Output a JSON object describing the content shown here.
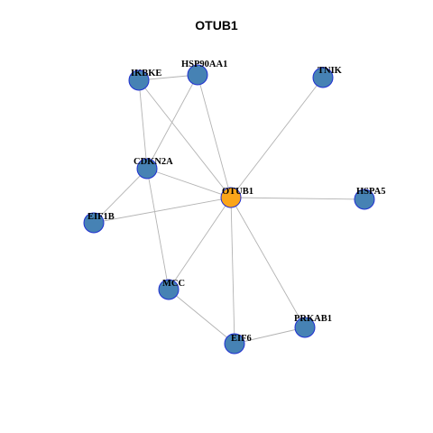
{
  "title": "OTUB1",
  "colors": {
    "center_node": "#fba51a",
    "node": "#4682b4",
    "node_border": "#1f2fd1",
    "edge": "#b3b3b3"
  },
  "graph": {
    "center": "OTUB1",
    "nodes": [
      {
        "id": "OTUB1",
        "label": "OTUB1"
      },
      {
        "id": "IKBKE",
        "label": "IKBKE"
      },
      {
        "id": "HSP90AA1",
        "label": "HSP90AA1"
      },
      {
        "id": "TNIK",
        "label": "TNIK"
      },
      {
        "id": "CDKN2A",
        "label": "CDKN2A"
      },
      {
        "id": "HSPA5",
        "label": "HSPA5"
      },
      {
        "id": "EIF1B",
        "label": "EIF1B"
      },
      {
        "id": "MCC",
        "label": "MCC"
      },
      {
        "id": "PRKAB1",
        "label": "PRKAB1"
      },
      {
        "id": "EIF6",
        "label": "EIF6"
      }
    ],
    "edges": [
      [
        "IKBKE",
        "HSP90AA1"
      ],
      [
        "IKBKE",
        "CDKN2A"
      ],
      [
        "IKBKE",
        "OTUB1"
      ],
      [
        "HSP90AA1",
        "CDKN2A"
      ],
      [
        "HSP90AA1",
        "OTUB1"
      ],
      [
        "TNIK",
        "OTUB1"
      ],
      [
        "CDKN2A",
        "OTUB1"
      ],
      [
        "CDKN2A",
        "EIF1B"
      ],
      [
        "CDKN2A",
        "MCC"
      ],
      [
        "OTUB1",
        "HSPA5"
      ],
      [
        "OTUB1",
        "EIF1B"
      ],
      [
        "OTUB1",
        "MCC"
      ],
      [
        "OTUB1",
        "PRKAB1"
      ],
      [
        "OTUB1",
        "EIF6"
      ],
      [
        "MCC",
        "EIF6"
      ],
      [
        "PRKAB1",
        "EIF6"
      ]
    ]
  }
}
